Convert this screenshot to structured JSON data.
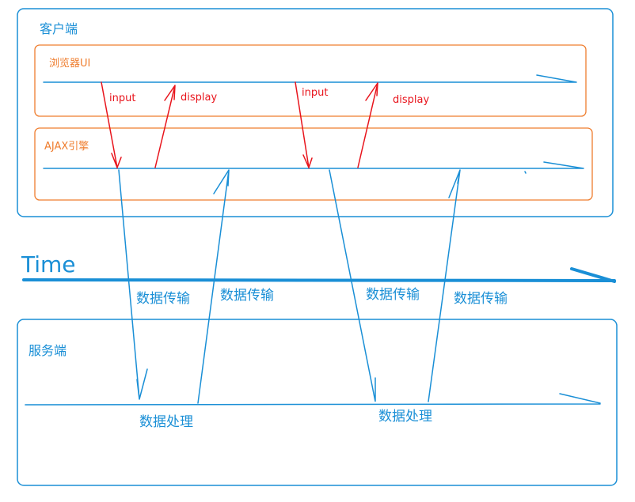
{
  "client": {
    "label": "客户端",
    "browser_ui": "浏览器UI",
    "ajax_engine": "AJAX引擎"
  },
  "red_labels": {
    "input_1": "input",
    "display_1": "display",
    "input_2": "input",
    "display_2": "display"
  },
  "time_label": "Time",
  "transfer_labels": [
    "数据传输",
    "数据传输",
    "数据传输",
    "数据传输"
  ],
  "server": {
    "label": "服务端",
    "process_1": "数据处理",
    "process_2": "数据处理"
  },
  "colors": {
    "blue": "#1a8fd6",
    "orange": "#ef7d2e",
    "red": "#e8141c"
  }
}
